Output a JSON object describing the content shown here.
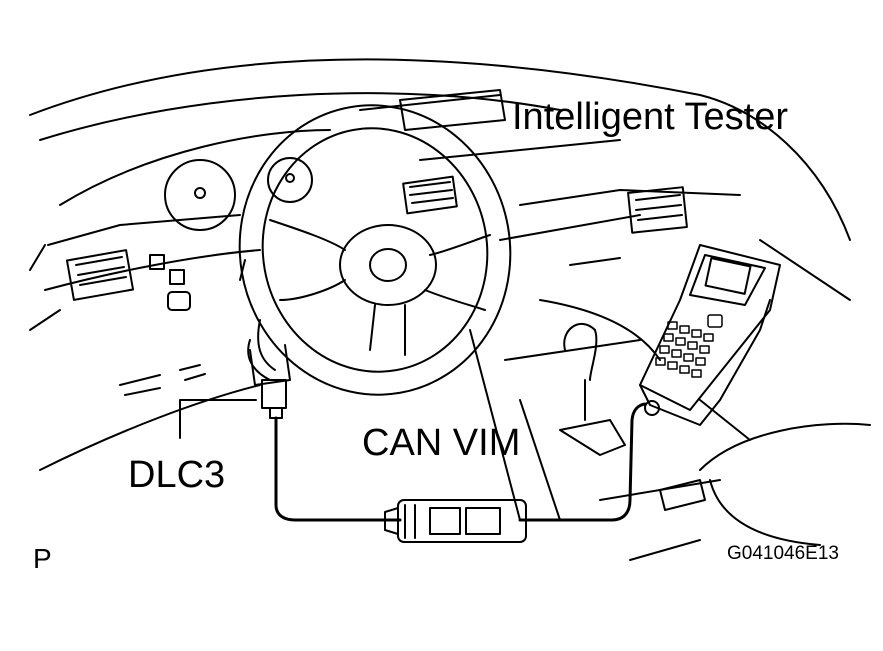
{
  "labels": {
    "tester": "Intelligent Tester",
    "vim": "CAN VIM",
    "dlc": "DLC3",
    "page": "P",
    "code": "G041046E13"
  },
  "colors": {
    "line": "#000000",
    "background": "#ffffff"
  }
}
